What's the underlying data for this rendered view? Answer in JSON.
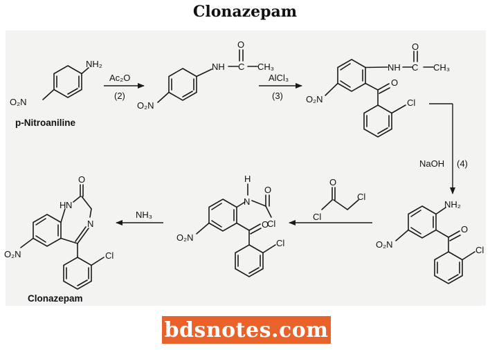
{
  "title": "Clonazepam",
  "brand": {
    "text": "bdsnotes.com",
    "color": "#e8622a"
  },
  "compounds": {
    "nitroaniline": {
      "name": "p-Nitroaniline",
      "nh2": "NH₂",
      "no2": "O₂N"
    },
    "acetanilide": {
      "nh": "NH",
      "c": "C",
      "o": "O",
      "ch3": "CH₃",
      "no2": "O₂N"
    },
    "ketone": {
      "nh": "NH",
      "c": "C",
      "o_acetyl": "O",
      "ch3": "CH₃",
      "o_keto": "O",
      "cl": "Cl",
      "no2": "O₂N"
    },
    "amine": {
      "nh2": "NH₂",
      "o_keto": "O",
      "cl": "Cl",
      "no2": "O₂N"
    },
    "chloroacetamide": {
      "h": "H",
      "n": "N",
      "o_amide": "O",
      "cl_amide": "Cl",
      "o_keto": "O",
      "cl_ring": "Cl",
      "no2": "O₂N"
    },
    "clonazepam": {
      "name": "Clonazepam",
      "nh": "N",
      "h": "H",
      "o": "O",
      "n": "N",
      "cl": "Cl",
      "no2": "O₂N"
    }
  },
  "reagents": {
    "step2": {
      "reagent": "Ac₂O",
      "step": "(2)"
    },
    "step3": {
      "reagent": "AlCl₃",
      "step": "(3)"
    },
    "step4": {
      "reagent": "NaOH",
      "step": "(4)"
    },
    "step5": {
      "o": "O",
      "cl_left": "Cl",
      "cl_right": "Cl"
    },
    "step6": {
      "reagent": "NH₃"
    }
  }
}
